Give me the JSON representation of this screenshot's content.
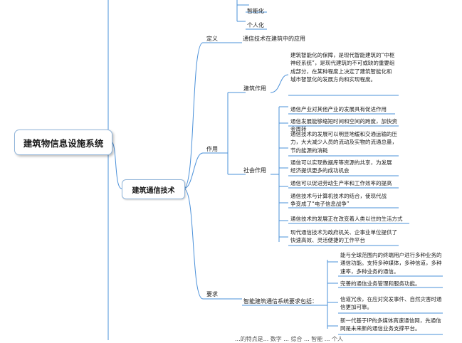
{
  "root": {
    "label": "建筑物信息设施系统"
  },
  "main": {
    "label": "建筑通信技术"
  },
  "top_items": [
    "智能化",
    "个人化"
  ],
  "definition": {
    "label": "定义",
    "text": "通信技术在建筑中的应用"
  },
  "function": {
    "label": "作用",
    "building": {
      "label": "建筑作用",
      "text": "建筑智能化的保障，是现代智能建筑的“中枢神经系统”，是现代建筑的不可或缺的重要组成部分，在某种程度上决定了建筑智能化和城市智慧化的发展方向和实现程度。"
    },
    "social": {
      "label": "社会作用",
      "items": [
        "通信产业对其他产业的发展具有促进作用",
        "通信发展能够缩短时间和空间的跨度，加快资金周转",
        "通信技术的发展可以明显地缓和交通运输的压力，大大减少人员的流动及实物的流通总量，节约能源的消耗",
        "通信可以实现数据库等资源的共享，为发展经济提供更多的成功机会",
        "通信可以促进劳动生产率和工作效率的提高",
        "通信技术与计算机技术的结合，使现代战争变成了“电子信息战争”",
        "通信技术的发展正在改变着人类以往的生活方式",
        "现代通信技术为政府机关、企事业单位提供了快速高效、灵活便捷的工作平台"
      ]
    }
  },
  "requirement": {
    "label": "要求",
    "node": {
      "label": "智能建筑通信系统要求包括：",
      "items": [
        "能与全球范围内的终端用户进行多种业务的通信功能。支持多种媒体，多种信道，多种速率，多种业务的通信。",
        "完善的通信业务管理和服务功能。",
        "信道冗余，在应对突发事件、自然灾害时通信更加可靠。",
        "新一代基于IP的多媒体高速通信网，先通信网是未来新的通信业务支撑平台。"
      ]
    }
  },
  "bottom_cut": "...的特点是... 数字 ... 综合 ... 智能 ... 个人"
}
